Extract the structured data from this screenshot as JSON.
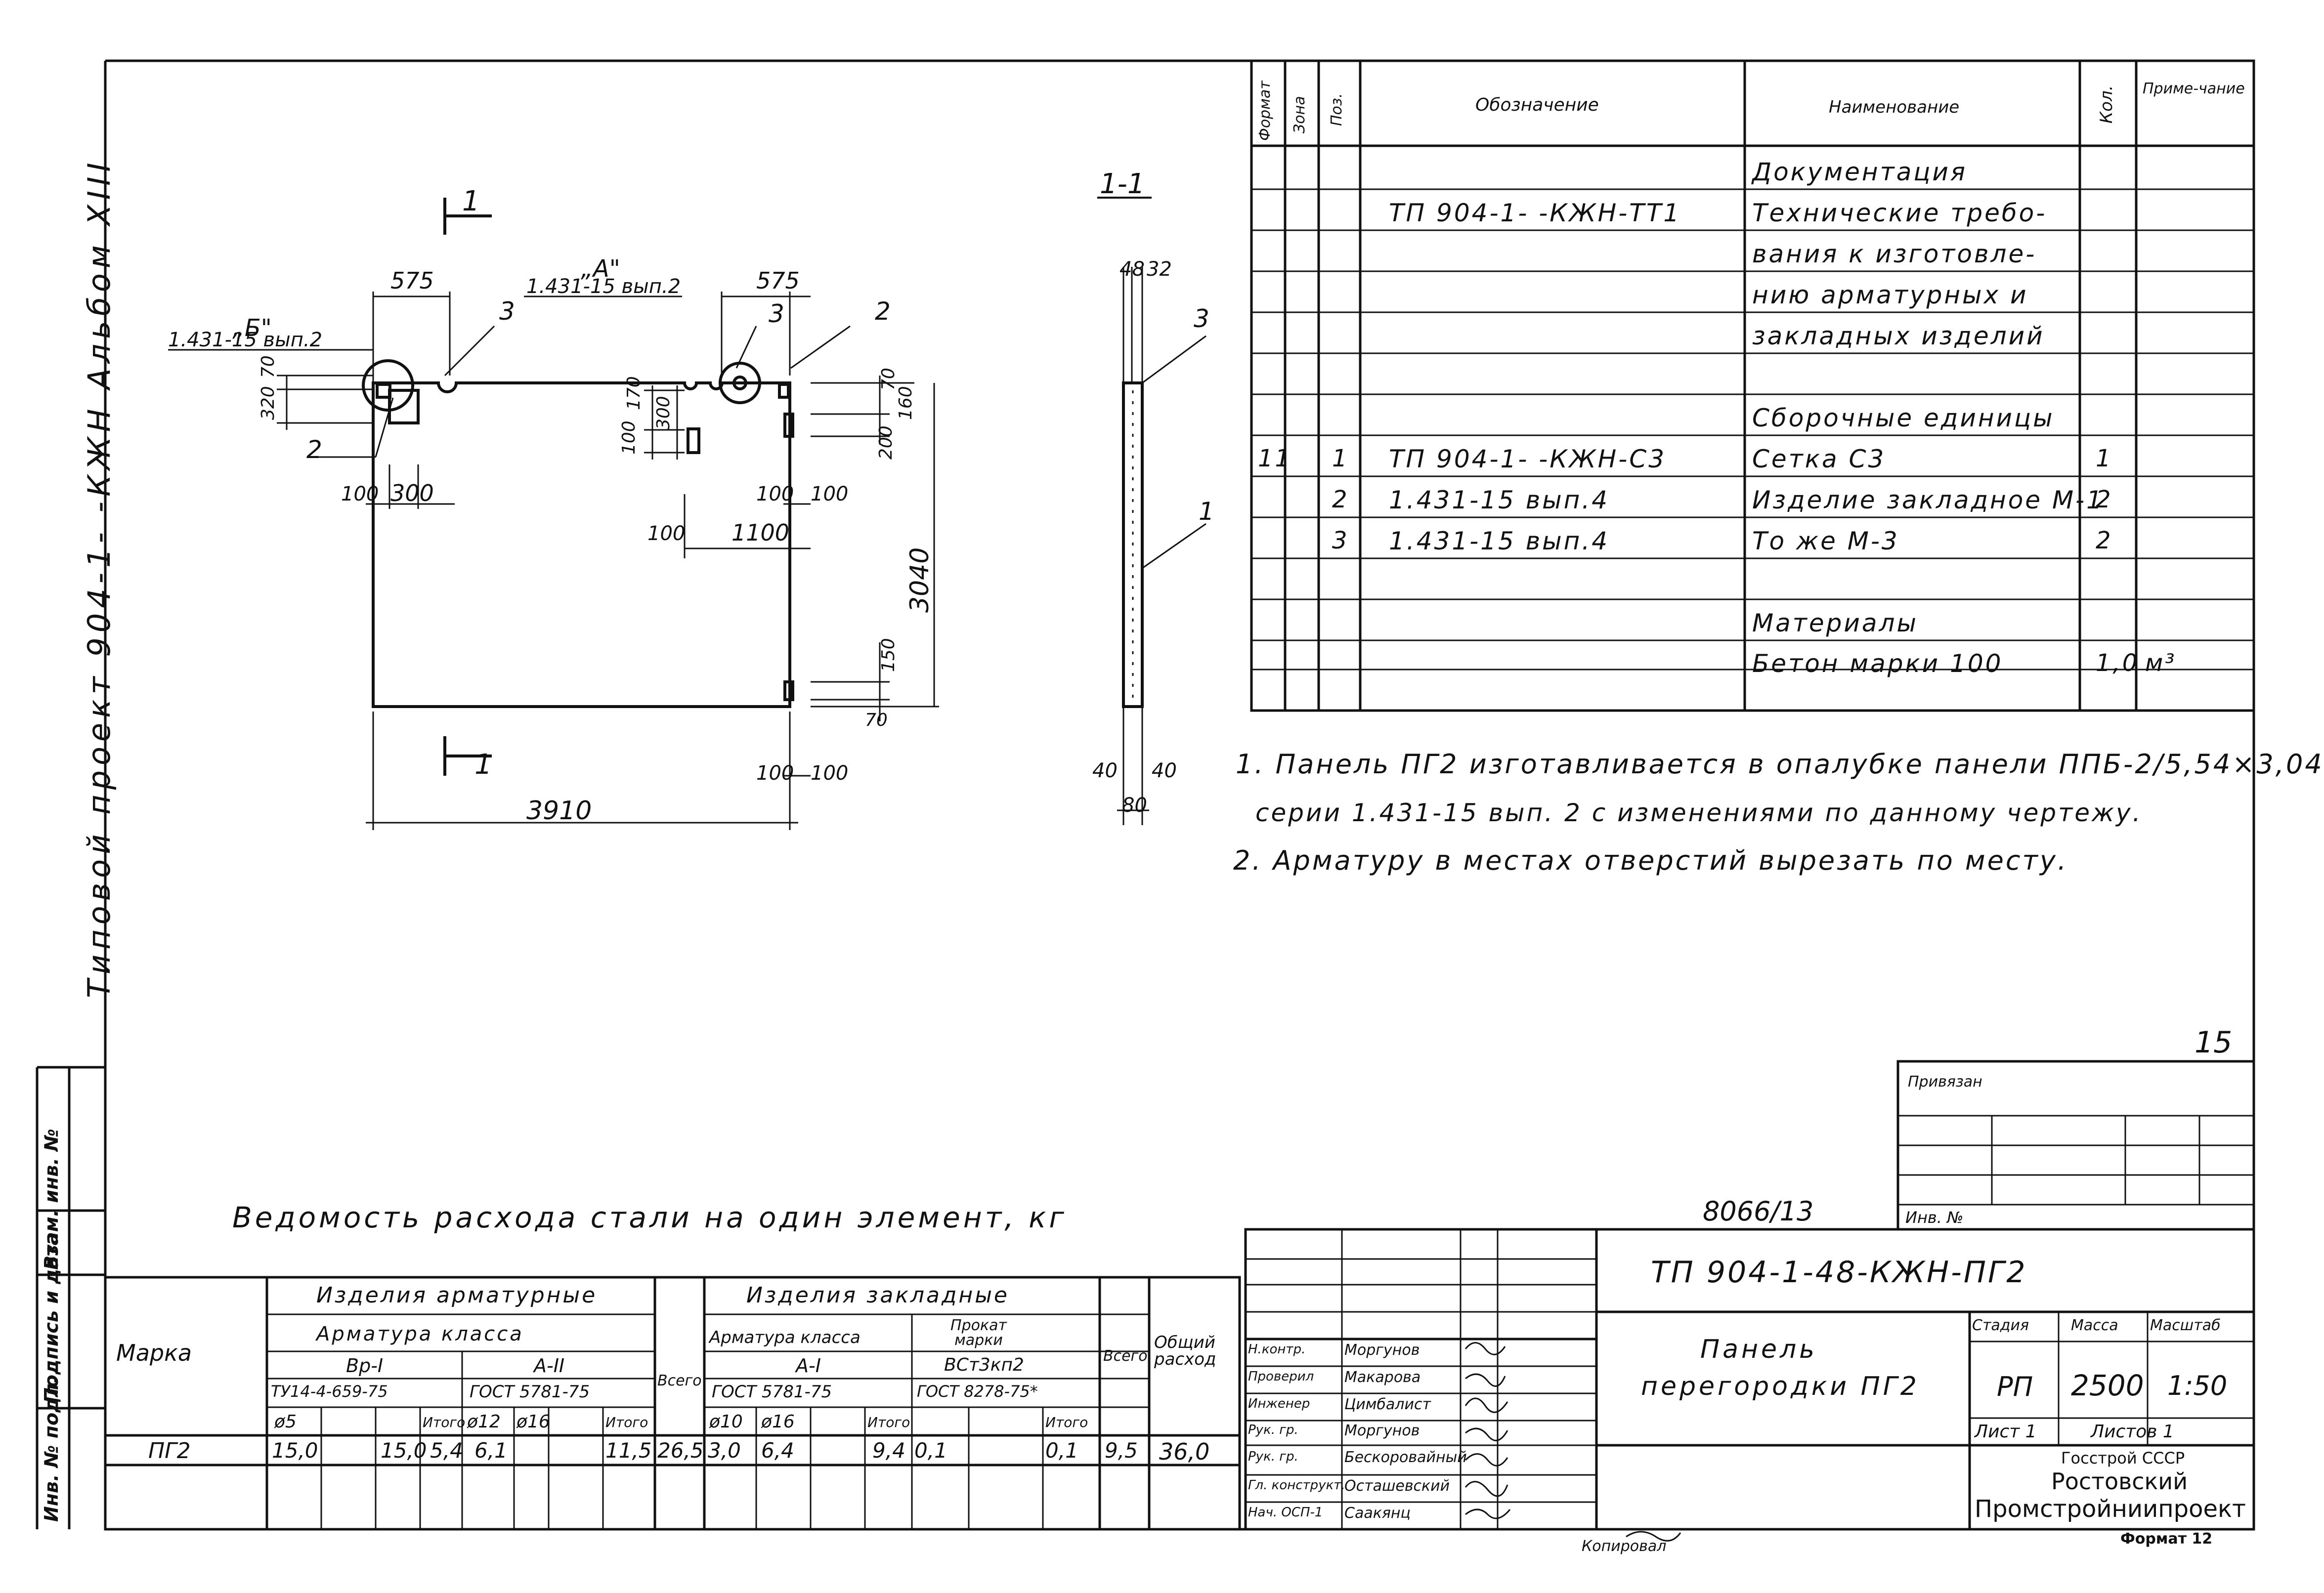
{
  "sheet_number": "15",
  "side_stamp": {
    "project_title": "Типовой проект 904-1- -КЖН Альбом XIII",
    "fields": [
      "Инв. № подл.",
      "Подпись и дата",
      "Взам. инв. №"
    ]
  },
  "drawing": {
    "callout_b": "„Б\"",
    "ref_b": "1.431-15 вып.2",
    "callout_a": "„А\"",
    "ref_a": "1.431-15 вып.2",
    "dims": {
      "d575_left": "575",
      "d575_right": "575",
      "d320": "320",
      "d70_left": "70",
      "d2": "2",
      "d100_bl": "100",
      "d300": "300",
      "d100_mid": "100",
      "d170": "170",
      "d300_mid": "300",
      "d100_rb": "100",
      "d100_rb2": "100",
      "d100_c": "100",
      "d1100": "1100",
      "d70_r": "70",
      "d160": "160",
      "d200": "200",
      "d3040": "3040",
      "d150": "150",
      "d70_low": "70",
      "d100_low": "100",
      "d100_low2": "100",
      "d3910": "3910",
      "pos1": "1",
      "pos2": "2",
      "pos3a": "3",
      "pos3b": "3",
      "pos2b": "2"
    },
    "section_marks": [
      "1",
      "1"
    ],
    "section_title": "1-1",
    "section_dims": {
      "d48": "48",
      "d32": "32",
      "d40a": "40",
      "d40b": "40",
      "d80": "80",
      "pos3": "3",
      "pos1": "1"
    }
  },
  "spec_table": {
    "headers": {
      "format": "Формат",
      "zone": "Зона",
      "pos": "Поз.",
      "designation": "Обозначение",
      "name": "Наименование",
      "qty": "Кол.",
      "note": "Приме-чание"
    },
    "rows": [
      {
        "format": "",
        "zone": "",
        "pos": "",
        "designation": "",
        "name": "Документация",
        "qty": "",
        "note": ""
      },
      {
        "format": "",
        "zone": "",
        "pos": "",
        "designation": "ТП 904-1- -КЖН-ТТ1",
        "name": "Технические требо-",
        "qty": "",
        "note": ""
      },
      {
        "format": "",
        "zone": "",
        "pos": "",
        "designation": "",
        "name": "вания к изготовле-",
        "qty": "",
        "note": ""
      },
      {
        "format": "",
        "zone": "",
        "pos": "",
        "designation": "",
        "name": "нию арматурных и",
        "qty": "",
        "note": ""
      },
      {
        "format": "",
        "zone": "",
        "pos": "",
        "designation": "",
        "name": "закладных изделий",
        "qty": "",
        "note": ""
      },
      {
        "format": "",
        "zone": "",
        "pos": "",
        "designation": "",
        "name": "",
        "qty": "",
        "note": ""
      },
      {
        "format": "",
        "zone": "",
        "pos": "",
        "designation": "",
        "name": "Сборочные единицы",
        "qty": "",
        "note": ""
      },
      {
        "format": "11",
        "zone": "",
        "pos": "1",
        "designation": "ТП 904-1- -КЖН-С3",
        "name": "Сетка С3",
        "qty": "1",
        "note": ""
      },
      {
        "format": "",
        "zone": "",
        "pos": "2",
        "designation": "1.431-15 вып.4",
        "name": "Изделие закладное М-1",
        "qty": "2",
        "note": ""
      },
      {
        "format": "",
        "zone": "",
        "pos": "3",
        "designation": "1.431-15 вып.4",
        "name": "То же      М-3",
        "qty": "2",
        "note": ""
      },
      {
        "format": "",
        "zone": "",
        "pos": "",
        "designation": "",
        "name": "",
        "qty": "",
        "note": ""
      },
      {
        "format": "",
        "zone": "",
        "pos": "",
        "designation": "",
        "name": "Материалы",
        "qty": "",
        "note": ""
      },
      {
        "format": "",
        "zone": "",
        "pos": "",
        "designation": "",
        "name": "Бетон марки 100",
        "qty": "1,0",
        "note": "м³"
      }
    ]
  },
  "notes": [
    "1. Панель ПГ2 изготавливается в опалубке панели ППБ-2/5,54×3,04",
    "серии 1.431-15 вып. 2 с изменениями по данному чертежу.",
    "2. Арматуру в местах отверстий вырезать по месту."
  ],
  "steel_table": {
    "title": "Ведомость расхода стали на один элемент, кг",
    "h_mark": "Марка",
    "h_arm": "Изделия арматурные",
    "h_arm_class": "Арматура класса",
    "h_bp1": "Вр-I",
    "h_a2": "А-II",
    "h_gost_bp": "ТУ14-4-659-75",
    "h_gost_a2": "ГОСТ 5781-75",
    "h_d5": "ø5",
    "h_total1": "Итого",
    "h_d12": "ø12",
    "h_d16": "ø16",
    "h_total2": "Итого",
    "h_all1": "Всего",
    "h_emb": "Изделия закладные",
    "h_emb_class": "Арматура класса",
    "h_prokat": "Прокат марки",
    "h_a1": "А-I",
    "h_vst": "ВСт3кп2",
    "h_gost_a1": "ГОСТ 5781-75",
    "h_gost_prokat": "ГОСТ 8278-75*",
    "h_d10": "ø10",
    "h_d16b": "ø16",
    "h_total3": "Итого",
    "h_total4": "Итого",
    "h_all2": "Всего",
    "h_overall": "Общий расход",
    "row": {
      "mark": "ПГ2",
      "d5": "15,0",
      "total1": "15,0",
      "d12": "5,4",
      "d16": "6,1",
      "total2": "11,5",
      "all1": "26,5",
      "d10": "3,0",
      "d16b": "6,4",
      "total3": "9,4",
      "prokat": "0,1",
      "total4": "0,1",
      "all2": "9,5",
      "overall": "36,0"
    }
  },
  "title_block": {
    "doc_number": "8066/13",
    "attached": "Привязан",
    "inv": "Инв. №",
    "code": "ТП 904-1-48-КЖН-ПГ2",
    "name_line1": "Панель",
    "name_line2": "перегородки ПГ2",
    "stage_h": "Стадия",
    "mass_h": "Масса",
    "scale_h": "Масштаб",
    "stage": "РП",
    "mass": "2500",
    "scale": "1:50",
    "sheet": "Лист 1",
    "sheets": "Листов 1",
    "org1": "Госстрой СССР",
    "org2": "Ростовский",
    "org3": "Промстройниипроект",
    "format": "Формат 12",
    "copied": "Копировал",
    "people": [
      {
        "role": "Н.контр.",
        "name": "Моргунов"
      },
      {
        "role": "Проверил",
        "name": "Макарова"
      },
      {
        "role": "Инженер",
        "name": "Цимбалист"
      },
      {
        "role": "Рук. гр.",
        "name": "Моргунов"
      },
      {
        "role": "Рук. гр.",
        "name": "Бескоровайный"
      },
      {
        "role": "Гл. конструкт.",
        "name": "Осташевский"
      },
      {
        "role": "Нач. ОСП-1",
        "name": "Саакянц"
      }
    ]
  }
}
